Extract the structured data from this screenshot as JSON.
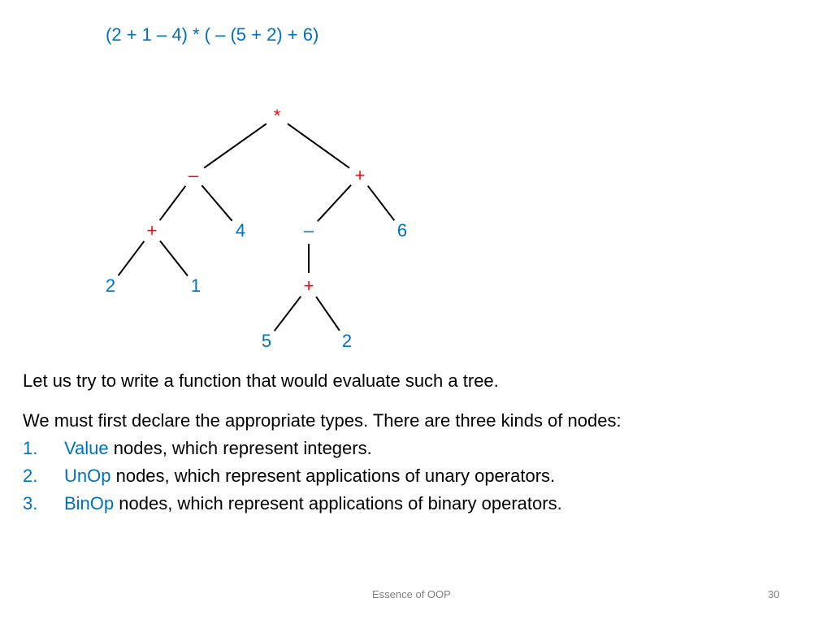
{
  "slide": {
    "expression": "(2 + 1 – 4) * ( – (5 + 2) + 6)",
    "colors": {
      "operator": "#FF0000",
      "operand": "#0070C0",
      "text": "#000000",
      "footer": "#7F7F7F"
    },
    "tree": {
      "nodes": [
        {
          "id": "root-times",
          "label": "*",
          "kind": "operator"
        },
        {
          "id": "minus-left",
          "label": "–",
          "kind": "operator"
        },
        {
          "id": "plus-right",
          "label": "+",
          "kind": "operator"
        },
        {
          "id": "plus-inner",
          "label": "+",
          "kind": "operator"
        },
        {
          "id": "four",
          "label": "4",
          "kind": "operand"
        },
        {
          "id": "neg",
          "label": "–",
          "kind": "operand"
        },
        {
          "id": "six",
          "label": "6",
          "kind": "operand"
        },
        {
          "id": "two-a",
          "label": "2",
          "kind": "operand"
        },
        {
          "id": "one",
          "label": "1",
          "kind": "operand"
        },
        {
          "id": "plus-deep",
          "label": "+",
          "kind": "operator"
        },
        {
          "id": "five",
          "label": "5",
          "kind": "operand"
        },
        {
          "id": "two-b",
          "label": "2",
          "kind": "operand"
        }
      ],
      "edges": [
        [
          "root-times",
          "minus-left"
        ],
        [
          "root-times",
          "plus-right"
        ],
        [
          "minus-left",
          "plus-inner"
        ],
        [
          "minus-left",
          "four"
        ],
        [
          "plus-right",
          "neg"
        ],
        [
          "plus-right",
          "six"
        ],
        [
          "plus-inner",
          "two-a"
        ],
        [
          "plus-inner",
          "one"
        ],
        [
          "neg",
          "plus-deep"
        ],
        [
          "plus-deep",
          "five"
        ],
        [
          "plus-deep",
          "two-b"
        ]
      ]
    },
    "paragraph1": "Let us try to write a function that would evaluate such a tree.",
    "paragraph2": "We must first declare the appropriate types.  There are three kinds of nodes:",
    "list": [
      {
        "number": "1.",
        "term": "Value",
        "rest": " nodes, which represent integers."
      },
      {
        "number": "2.",
        "term": "UnOp",
        "rest": " nodes, which represent applications of unary operators."
      },
      {
        "number": "3.",
        "term": "BinOp",
        "rest": " nodes, which represent applications of binary operators."
      }
    ],
    "footer": {
      "title": "Essence of OOP",
      "page": "30"
    }
  }
}
